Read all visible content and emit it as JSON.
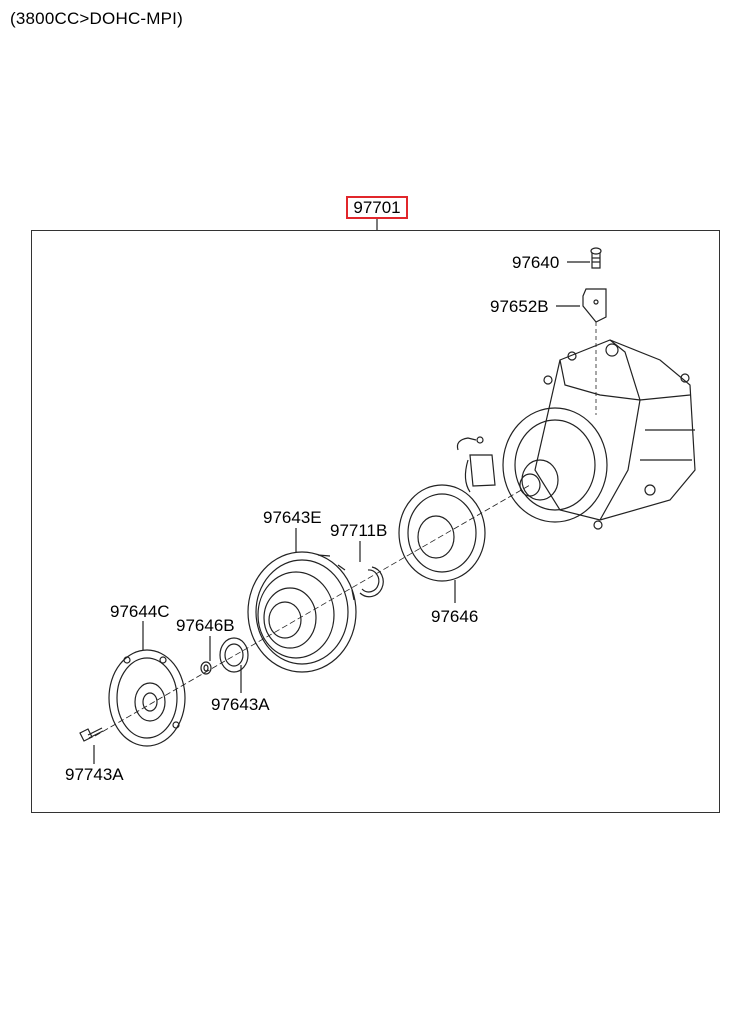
{
  "header": {
    "title": "(3800CC>DOHC-MPI)"
  },
  "assembly": {
    "part_number": "97701",
    "highlight_color": "#e1262b"
  },
  "parts": {
    "p97640": "97640",
    "p97652B": "97652B",
    "p97643E": "97643E",
    "p97711B": "97711B",
    "p97646": "97646",
    "p97644C": "97644C",
    "p97646B": "97646B",
    "p97643A": "97643A",
    "p97743A": "97743A"
  }
}
